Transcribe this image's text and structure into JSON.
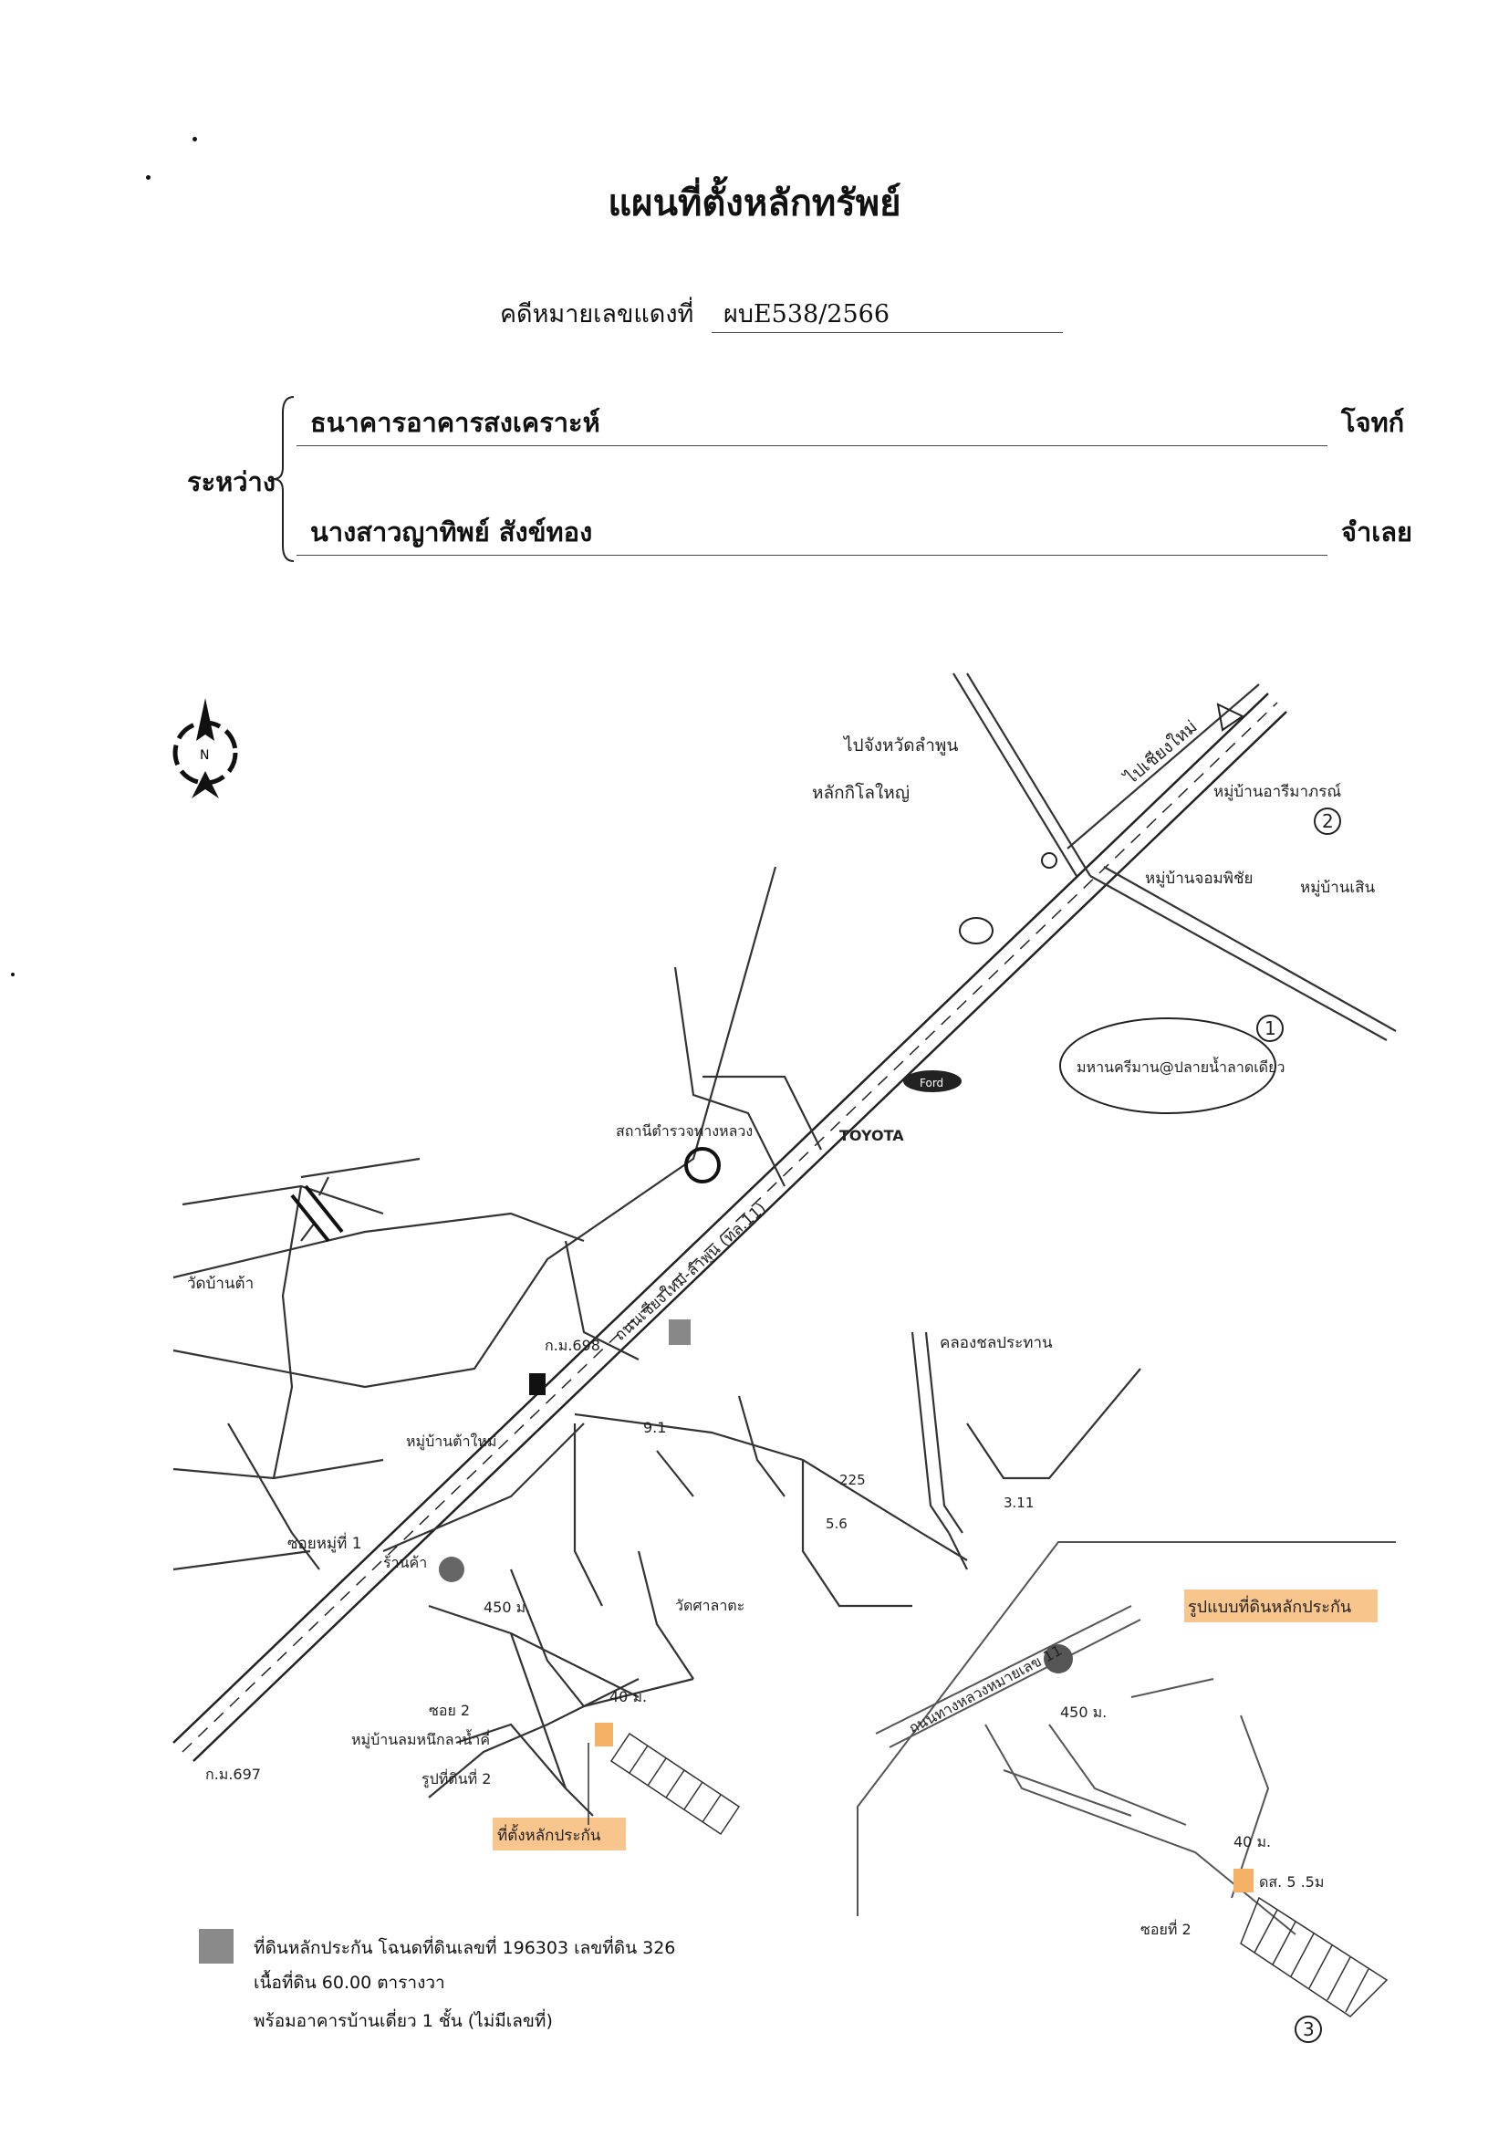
{
  "header": {
    "title": "แผนที่ตั้งหลักทรัพย์",
    "case_label": "คดีหมายเลขแดงที่",
    "case_number": "ผบE538/2566"
  },
  "parties": {
    "between_label": "ระหว่าง",
    "plaintiff_name": "ธนาคารอาคารสงเคราะห์",
    "plaintiff_role": "โจทก์",
    "defendant_name": "นางสาวญาทิพย์ สังข์ทอง",
    "defendant_role": "จำเลย"
  },
  "map": {
    "north_symbol": "N",
    "labels": {
      "to_lamphun": "ไปจังหวัดลำพูน",
      "km_marker": "หลักกิโลใหญ่",
      "to_chiangmai": "ไปเชียงใหม่",
      "village_arm": "หมู่บ้านอารีมาภรณ์",
      "village_b": "หมู่บ้านจอมพิชัย",
      "village_c": "หมู่บ้านเสิน",
      "mark_1": "1",
      "mark_2": "2",
      "mark_3": "3",
      "landmark_1": "มหานครีมาน@ปลายน้ำลาดเดียว",
      "police_station": "สถานีตำรวจทางหลวง",
      "toyota": "TOYOTA",
      "ford": "Ford",
      "canal": "คลองชลประทาน",
      "km698": "ก.ม.698",
      "km697": "ก.ม.697",
      "road_main": "ถนนเชียงใหม่-ลำพูน (ทล.11)",
      "road_main_right": "ถนนทางหลวงหมายเลข 11",
      "wat_left": "วัดบ้านต้า",
      "village_left": "หมู่บ้านต้าใหม่",
      "soi_1": "ซอยหมู่ที่ 1",
      "shop": "ร้านค้า",
      "dist_450": "450 ม.",
      "dist_40": "40 ม.",
      "soi_2": "ซอย 2",
      "village_main": "หมู่บ้านลมหนึกลาน้ำคี่",
      "soi_2b": "รูปที่ดินที่ 2",
      "wat_right": "วัดศาลาตะ",
      "r_9": "9.1",
      "r_225": "225",
      "r_311": "3.11",
      "r_56": "5.6",
      "inset_title": "รูปแบบที่ดินหลักประกัน",
      "property_label": "ที่ตั้งหลักประกัน",
      "inset_soi": "ซอยที่ 2",
      "inset_road": "ดส. 5 .5ม"
    }
  },
  "legend": {
    "line1": "ที่ดินหลักประกัน โฉนดที่ดินเลขที่ 196303 เลขที่ดิน 326",
    "line2": "เนื้อที่ดิน 60.00 ตารางวา",
    "line3": "พร้อมอาคารบ้านเดี่ยว 1 ชั้น (ไม่มีเลขที่)"
  },
  "colors": {
    "highlight": "#f5b165",
    "ink": "#111111"
  }
}
